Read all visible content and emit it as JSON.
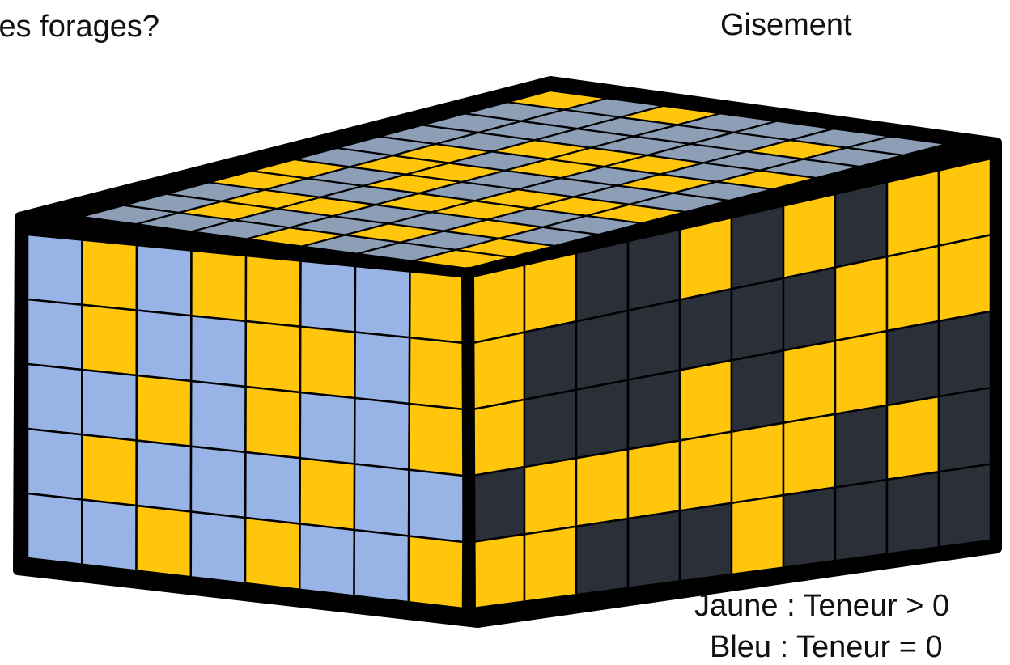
{
  "question_text": "les forages?",
  "title": "Gisement",
  "legend": {
    "yellow": "Jaune : Teneur > 0",
    "blue": "Bleu :  Teneur = 0"
  },
  "colors": {
    "yellow": "#FFC60C",
    "front_blue": "#98B3E5",
    "top_blue": "#8C9FB7",
    "side_dark": "#2A2F38",
    "outline": "#000000",
    "background": "#FFFFFF"
  },
  "faces": {
    "front": {
      "rows": [
        "BYBYYBBY",
        "BYBBYYBY",
        "BBYBYBBY",
        "BYBBBYBB",
        "BBYBYBBY"
      ]
    },
    "side": {
      "rows": [
        "YYDDYDYDYY",
        "YDDDDDDYYY",
        "YDDDYDYYDD",
        "DYYYYYYDYD",
        "YYDDDYDDDD"
      ]
    },
    "top": {
      "rows": [
        "BBBYYBBBBBY",
        "BYYBBYYBBBB",
        "BBYBYYBYBBY",
        "YBBYBBYYBBB",
        "BYBYYBBYBBB",
        "BBYBYBYBBYB",
        "YYBBYBBYBBB"
      ]
    }
  }
}
